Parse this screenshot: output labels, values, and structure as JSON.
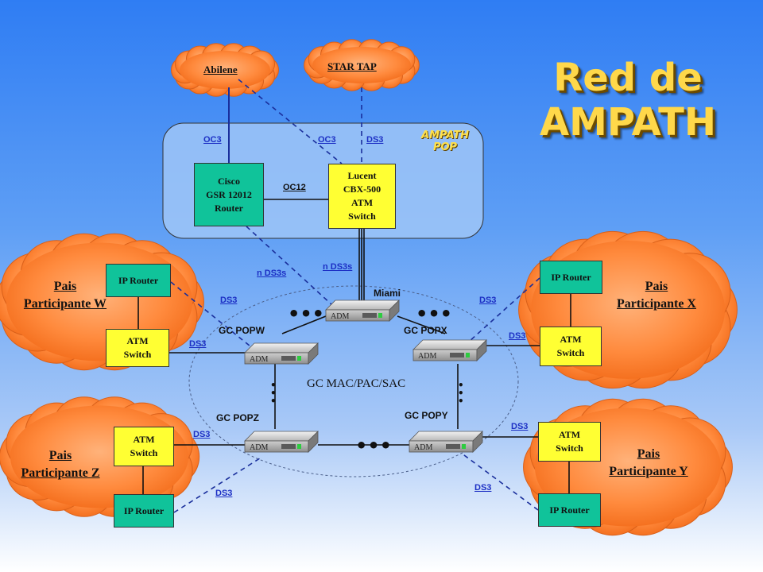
{
  "title": "Red de AMPATH",
  "pop_label": "AMPATH POP",
  "clouds": {
    "abilene": "Abilene",
    "startap": "STAR TAP"
  },
  "devices": {
    "cisco": "Cisco\nGSR 12012\nRouter",
    "lucent": "Lucent\nCBX-500\nATM\nSwitch",
    "w_router": "IP Router",
    "w_atm": "ATM\nSwitch",
    "x_router": "IP Router",
    "x_atm": "ATM\nSwitch",
    "z_atm": "ATM\nSwitch",
    "z_router": "IP Router",
    "y_atm": "ATM\nSwitch",
    "y_router": "IP Router"
  },
  "countries": {
    "w": [
      "Pais",
      "Participante  W"
    ],
    "x": [
      "Pais",
      "Participante X"
    ],
    "z": [
      "Pais",
      "Participante Z"
    ],
    "y": [
      "Pais",
      "Participante Y"
    ]
  },
  "links": {
    "oc3_a": "OC3",
    "oc3_b": "OC3",
    "ds3_top": "DS3",
    "oc12": "OC12",
    "n_ds3s_a": "n DS3s",
    "n_ds3s_b": "n DS3s",
    "ds3_w1": "DS3",
    "ds3_w2": "DS3",
    "ds3_x1": "DS3",
    "ds3_x2": "DS3",
    "ds3_z1": "DS3",
    "ds3_z2": "DS3",
    "ds3_y1": "DS3",
    "ds3_y2": "DS3"
  },
  "ring": {
    "miami": "Miami",
    "popw": "GC POPW",
    "popx": "GC POPX",
    "popz": "GC POPZ",
    "popy": "GC POPY",
    "center": "GC MAC/PAC/SAC",
    "adm": "ADM",
    "hdots": "•••",
    "vdots": "•\n•\n•"
  }
}
